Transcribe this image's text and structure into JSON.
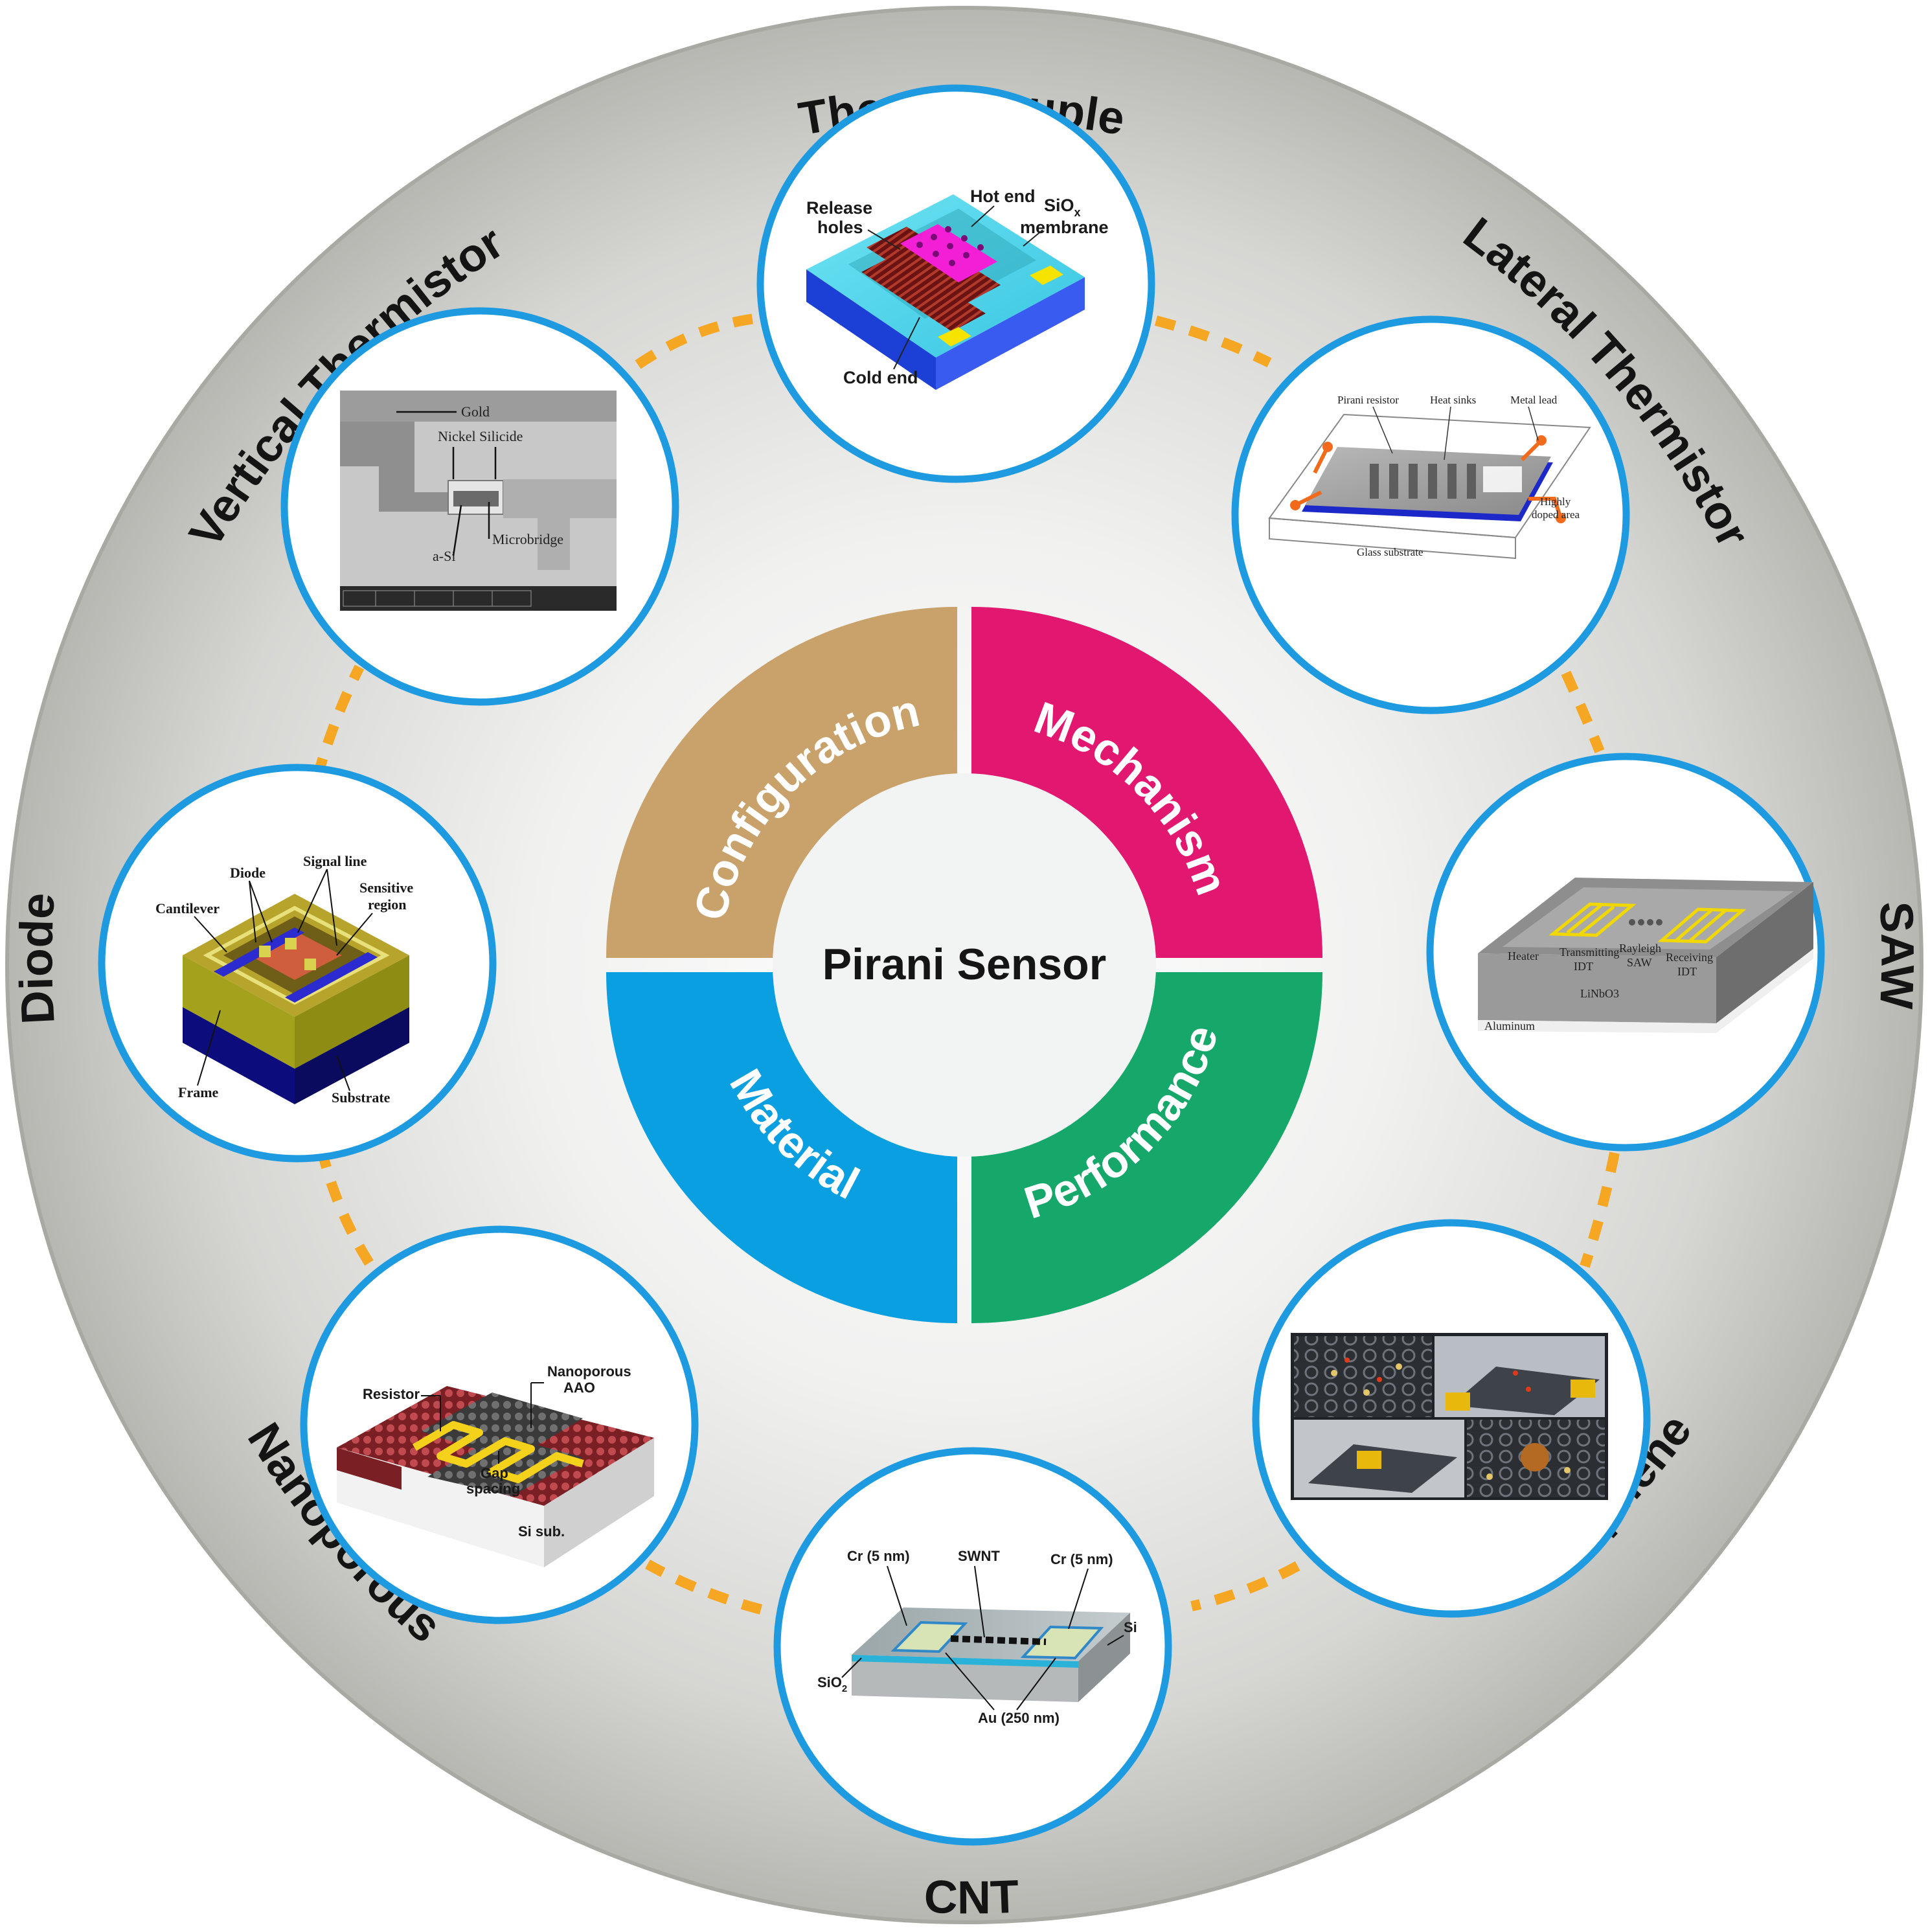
{
  "center": {
    "title": "Pirani Sensor"
  },
  "quadrants": [
    {
      "id": "configuration",
      "label": "Configuration",
      "color": "#C9A26B"
    },
    {
      "id": "mechanism",
      "label": "Mechanism",
      "color": "#E2176F"
    },
    {
      "id": "performance",
      "label": "Performance",
      "color": "#16A86A"
    },
    {
      "id": "material",
      "label": "Material",
      "color": "#0A9FE0"
    }
  ],
  "outer_labels": {
    "thermocouple": "Thermocouple",
    "lateral_thermistor": "Lateral Thermistor",
    "saw": "SAW",
    "graphene": "Graphene",
    "cnt": "CNT",
    "nanoporous": "Nanoporous",
    "diode": "Diode",
    "vertical_thermistor": "Vertical Thermistor"
  },
  "colors": {
    "ring_outer": "#B9B9B4",
    "ring_inner": "#F4F4F4",
    "circle_border": "#1E9BE0",
    "connector": "#F5A623"
  },
  "annotations": {
    "thermocouple": {
      "release_holes_1": "Release",
      "release_holes_2": "holes",
      "hot_end": "Hot end",
      "siox_1": "SiO",
      "siox_sub": "x",
      "siox_2": "membrane",
      "cold_end": "Cold end"
    },
    "lateral_thermistor": {
      "pirani_resistor": "Pirani resistor",
      "heat_sinks": "Heat sinks",
      "metal_lead": "Metal lead",
      "highly_1": "Highly",
      "highly_2": "doped area",
      "glass": "Glass substrate"
    },
    "saw": {
      "heater": "Heater",
      "transmitting_1": "Transmitting",
      "transmitting_2": "IDT",
      "rayleigh_1": "Rayleigh",
      "rayleigh_2": "SAW",
      "receiving_1": "Receiving",
      "receiving_2": "IDT",
      "linbo": "LiNbO3",
      "aluminum": "Aluminum"
    },
    "cnt": {
      "cr_left": "Cr (5 nm)",
      "swnt": "SWNT",
      "cr_right": "Cr (5 nm)",
      "si": "Si",
      "sio2": "SiO",
      "sio2_sub": "2",
      "au": "Au (250 nm)"
    },
    "nanoporous": {
      "resistor": "Resistor",
      "nanoporous_1": "Nanoporous",
      "nanoporous_2": "AAO",
      "gap_1": "Gap",
      "gap_2": "spacing",
      "si_sub": "Si sub."
    },
    "diode": {
      "diode": "Diode",
      "signal_line": "Signal line",
      "cantilever": "Cantilever",
      "sensitive_1": "Sensitive",
      "sensitive_2": "region",
      "frame": "Frame",
      "substrate": "Substrate"
    },
    "vertical_thermistor": {
      "gold": "Gold",
      "nickel": "Nickel Silicide",
      "microbridge": "Microbridge",
      "asi": "a-Si"
    }
  }
}
